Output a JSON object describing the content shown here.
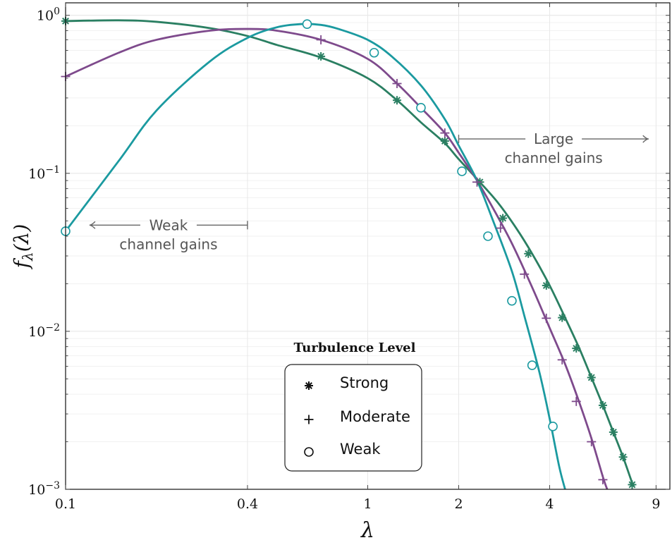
{
  "chart_data": {
    "type": "line",
    "xlabel": "λ",
    "ylabel": "f_λ(λ)",
    "xscale": "log",
    "yscale": "log",
    "xlim": [
      0.1,
      10
    ],
    "ylim": [
      0.001,
      1.2
    ],
    "xticks": [
      {
        "value": 0.1,
        "label": "0.1"
      },
      {
        "value": 0.4,
        "label": "0.4"
      },
      {
        "value": 1,
        "label": "1"
      },
      {
        "value": 2,
        "label": "2"
      },
      {
        "value": 4,
        "label": "4"
      },
      {
        "value": 9,
        "label": "9"
      }
    ],
    "yticks": [
      {
        "value": 1,
        "base": "10",
        "exp": "0"
      },
      {
        "value": 0.1,
        "base": "10",
        "exp": "−1"
      },
      {
        "value": 0.01,
        "base": "10",
        "exp": "−2"
      },
      {
        "value": 0.001,
        "base": "10",
        "exp": "−3"
      }
    ],
    "grid": true,
    "legend": {
      "title": "Turbulence Level",
      "placement": "bottom-center",
      "entries": [
        "Strong",
        "Moderate",
        "Weak"
      ]
    },
    "annotations": [
      {
        "line1": "Weak",
        "line2": "channel gains",
        "direction": "left",
        "from_x": 0.4,
        "to_x": 0.12,
        "y": 0.047
      },
      {
        "line1": "Large",
        "line2": "channel gains",
        "direction": "right",
        "from_x": 2,
        "to_x": 8.5,
        "y": 0.165
      }
    ],
    "series": [
      {
        "name": "Strong",
        "color": "#2a7f62",
        "marker": "asterisk",
        "curve": [
          [
            0.1,
            0.92
          ],
          [
            0.15,
            0.93
          ],
          [
            0.2,
            0.91
          ],
          [
            0.3,
            0.83
          ],
          [
            0.4,
            0.74
          ],
          [
            0.5,
            0.65
          ],
          [
            0.7,
            0.54
          ],
          [
            1.0,
            0.4
          ],
          [
            1.25,
            0.29
          ],
          [
            1.5,
            0.21
          ],
          [
            1.8,
            0.155
          ],
          [
            2.0,
            0.123
          ],
          [
            2.35,
            0.088
          ],
          [
            2.7,
            0.065
          ],
          [
            3.1,
            0.045
          ],
          [
            3.5,
            0.031
          ],
          [
            4.0,
            0.0195
          ],
          [
            4.5,
            0.0122
          ],
          [
            5.0,
            0.0079
          ],
          [
            5.5,
            0.0051
          ],
          [
            6.0,
            0.0034
          ],
          [
            6.5,
            0.0023
          ],
          [
            7.0,
            0.0016
          ],
          [
            7.5,
            0.0011
          ],
          [
            7.6,
            0.00105
          ]
        ],
        "markers": [
          [
            0.1,
            0.92
          ],
          [
            0.7,
            0.55
          ],
          [
            1.25,
            0.29
          ],
          [
            1.8,
            0.16
          ],
          [
            2.35,
            0.088
          ],
          [
            2.8,
            0.052
          ],
          [
            3.4,
            0.031
          ],
          [
            3.9,
            0.0195
          ],
          [
            4.4,
            0.0122
          ],
          [
            4.9,
            0.0078
          ],
          [
            5.5,
            0.0051
          ],
          [
            6.0,
            0.0034
          ],
          [
            6.5,
            0.0023
          ],
          [
            7.0,
            0.0016
          ],
          [
            7.5,
            0.00107
          ]
        ]
      },
      {
        "name": "Moderate",
        "color": "#7e4a8c",
        "marker": "plus",
        "curve": [
          [
            0.1,
            0.41
          ],
          [
            0.15,
            0.58
          ],
          [
            0.2,
            0.7
          ],
          [
            0.3,
            0.8
          ],
          [
            0.4,
            0.82
          ],
          [
            0.5,
            0.8
          ],
          [
            0.7,
            0.7
          ],
          [
            1.0,
            0.53
          ],
          [
            1.25,
            0.37
          ],
          [
            1.5,
            0.26
          ],
          [
            1.8,
            0.18
          ],
          [
            2.0,
            0.135
          ],
          [
            2.3,
            0.09
          ],
          [
            2.6,
            0.06
          ],
          [
            3.0,
            0.036
          ],
          [
            3.5,
            0.019
          ],
          [
            4.0,
            0.0105
          ],
          [
            4.5,
            0.0062
          ],
          [
            5.0,
            0.0036
          ],
          [
            5.5,
            0.0021
          ],
          [
            6.0,
            0.0012
          ],
          [
            6.2,
            0.001
          ]
        ],
        "markers": [
          [
            0.1,
            0.41
          ],
          [
            0.7,
            0.7
          ],
          [
            1.25,
            0.37
          ],
          [
            1.8,
            0.18
          ],
          [
            2.3,
            0.088
          ],
          [
            2.75,
            0.045
          ],
          [
            3.3,
            0.023
          ],
          [
            3.9,
            0.0121
          ],
          [
            4.4,
            0.0066
          ],
          [
            4.9,
            0.0036
          ],
          [
            5.5,
            0.002
          ],
          [
            6.0,
            0.00115
          ]
        ]
      },
      {
        "name": "Weak",
        "color": "#1b9aa0",
        "marker": "circle",
        "curve": [
          [
            0.1,
            0.043
          ],
          [
            0.15,
            0.12
          ],
          [
            0.2,
            0.25
          ],
          [
            0.3,
            0.51
          ],
          [
            0.4,
            0.72
          ],
          [
            0.5,
            0.84
          ],
          [
            0.6,
            0.88
          ],
          [
            0.7,
            0.87
          ],
          [
            0.8,
            0.82
          ],
          [
            1.0,
            0.7
          ],
          [
            1.2,
            0.55
          ],
          [
            1.5,
            0.36
          ],
          [
            1.8,
            0.22
          ],
          [
            2.0,
            0.15
          ],
          [
            2.3,
            0.09
          ],
          [
            2.6,
            0.05
          ],
          [
            3.0,
            0.024
          ],
          [
            3.3,
            0.0125
          ],
          [
            3.7,
            0.0055
          ],
          [
            4.0,
            0.0028
          ],
          [
            4.3,
            0.0014
          ],
          [
            4.5,
            0.001
          ]
        ],
        "markers": [
          [
            0.1,
            0.043
          ],
          [
            0.63,
            0.88
          ],
          [
            1.05,
            0.58
          ],
          [
            1.5,
            0.26
          ],
          [
            2.05,
            0.103
          ],
          [
            2.5,
            0.04
          ],
          [
            3.0,
            0.0156
          ],
          [
            3.5,
            0.0061
          ],
          [
            4.1,
            0.0025
          ]
        ]
      }
    ]
  }
}
